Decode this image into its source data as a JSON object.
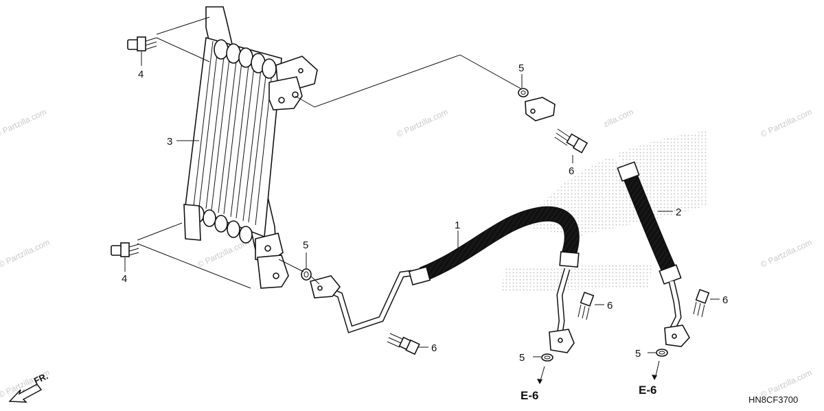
{
  "callouts": {
    "c1": "1",
    "c2": "2",
    "c3": "3",
    "c4_top": "4",
    "c4_bottom": "4",
    "c5_top": "5",
    "c5_left": "5",
    "c5_bottom_left": "5",
    "c5_bottom_right": "5",
    "c6_top": "6",
    "c6_hose1_bolt": "6",
    "c6_mid": "6",
    "c6_right": "6"
  },
  "references": {
    "e6_left": "E-6",
    "e6_right": "E-6"
  },
  "direction_label": "FR.",
  "diagram_code": "HN8CF3700",
  "watermarks": {
    "center": "© Partzilla.com",
    "left_top": "© Partzilla.com",
    "left_mid": "© Partzilla.com",
    "left_low": "© Partzilla.com",
    "right_top": "© Partzilla.com",
    "right_mid": "© Partzilla.com",
    "right_low": "© Partzilla.com"
  },
  "colors": {
    "ink": "#111111",
    "watermark": "#c9c9c9",
    "brand_dots": "#9a9a9a"
  }
}
